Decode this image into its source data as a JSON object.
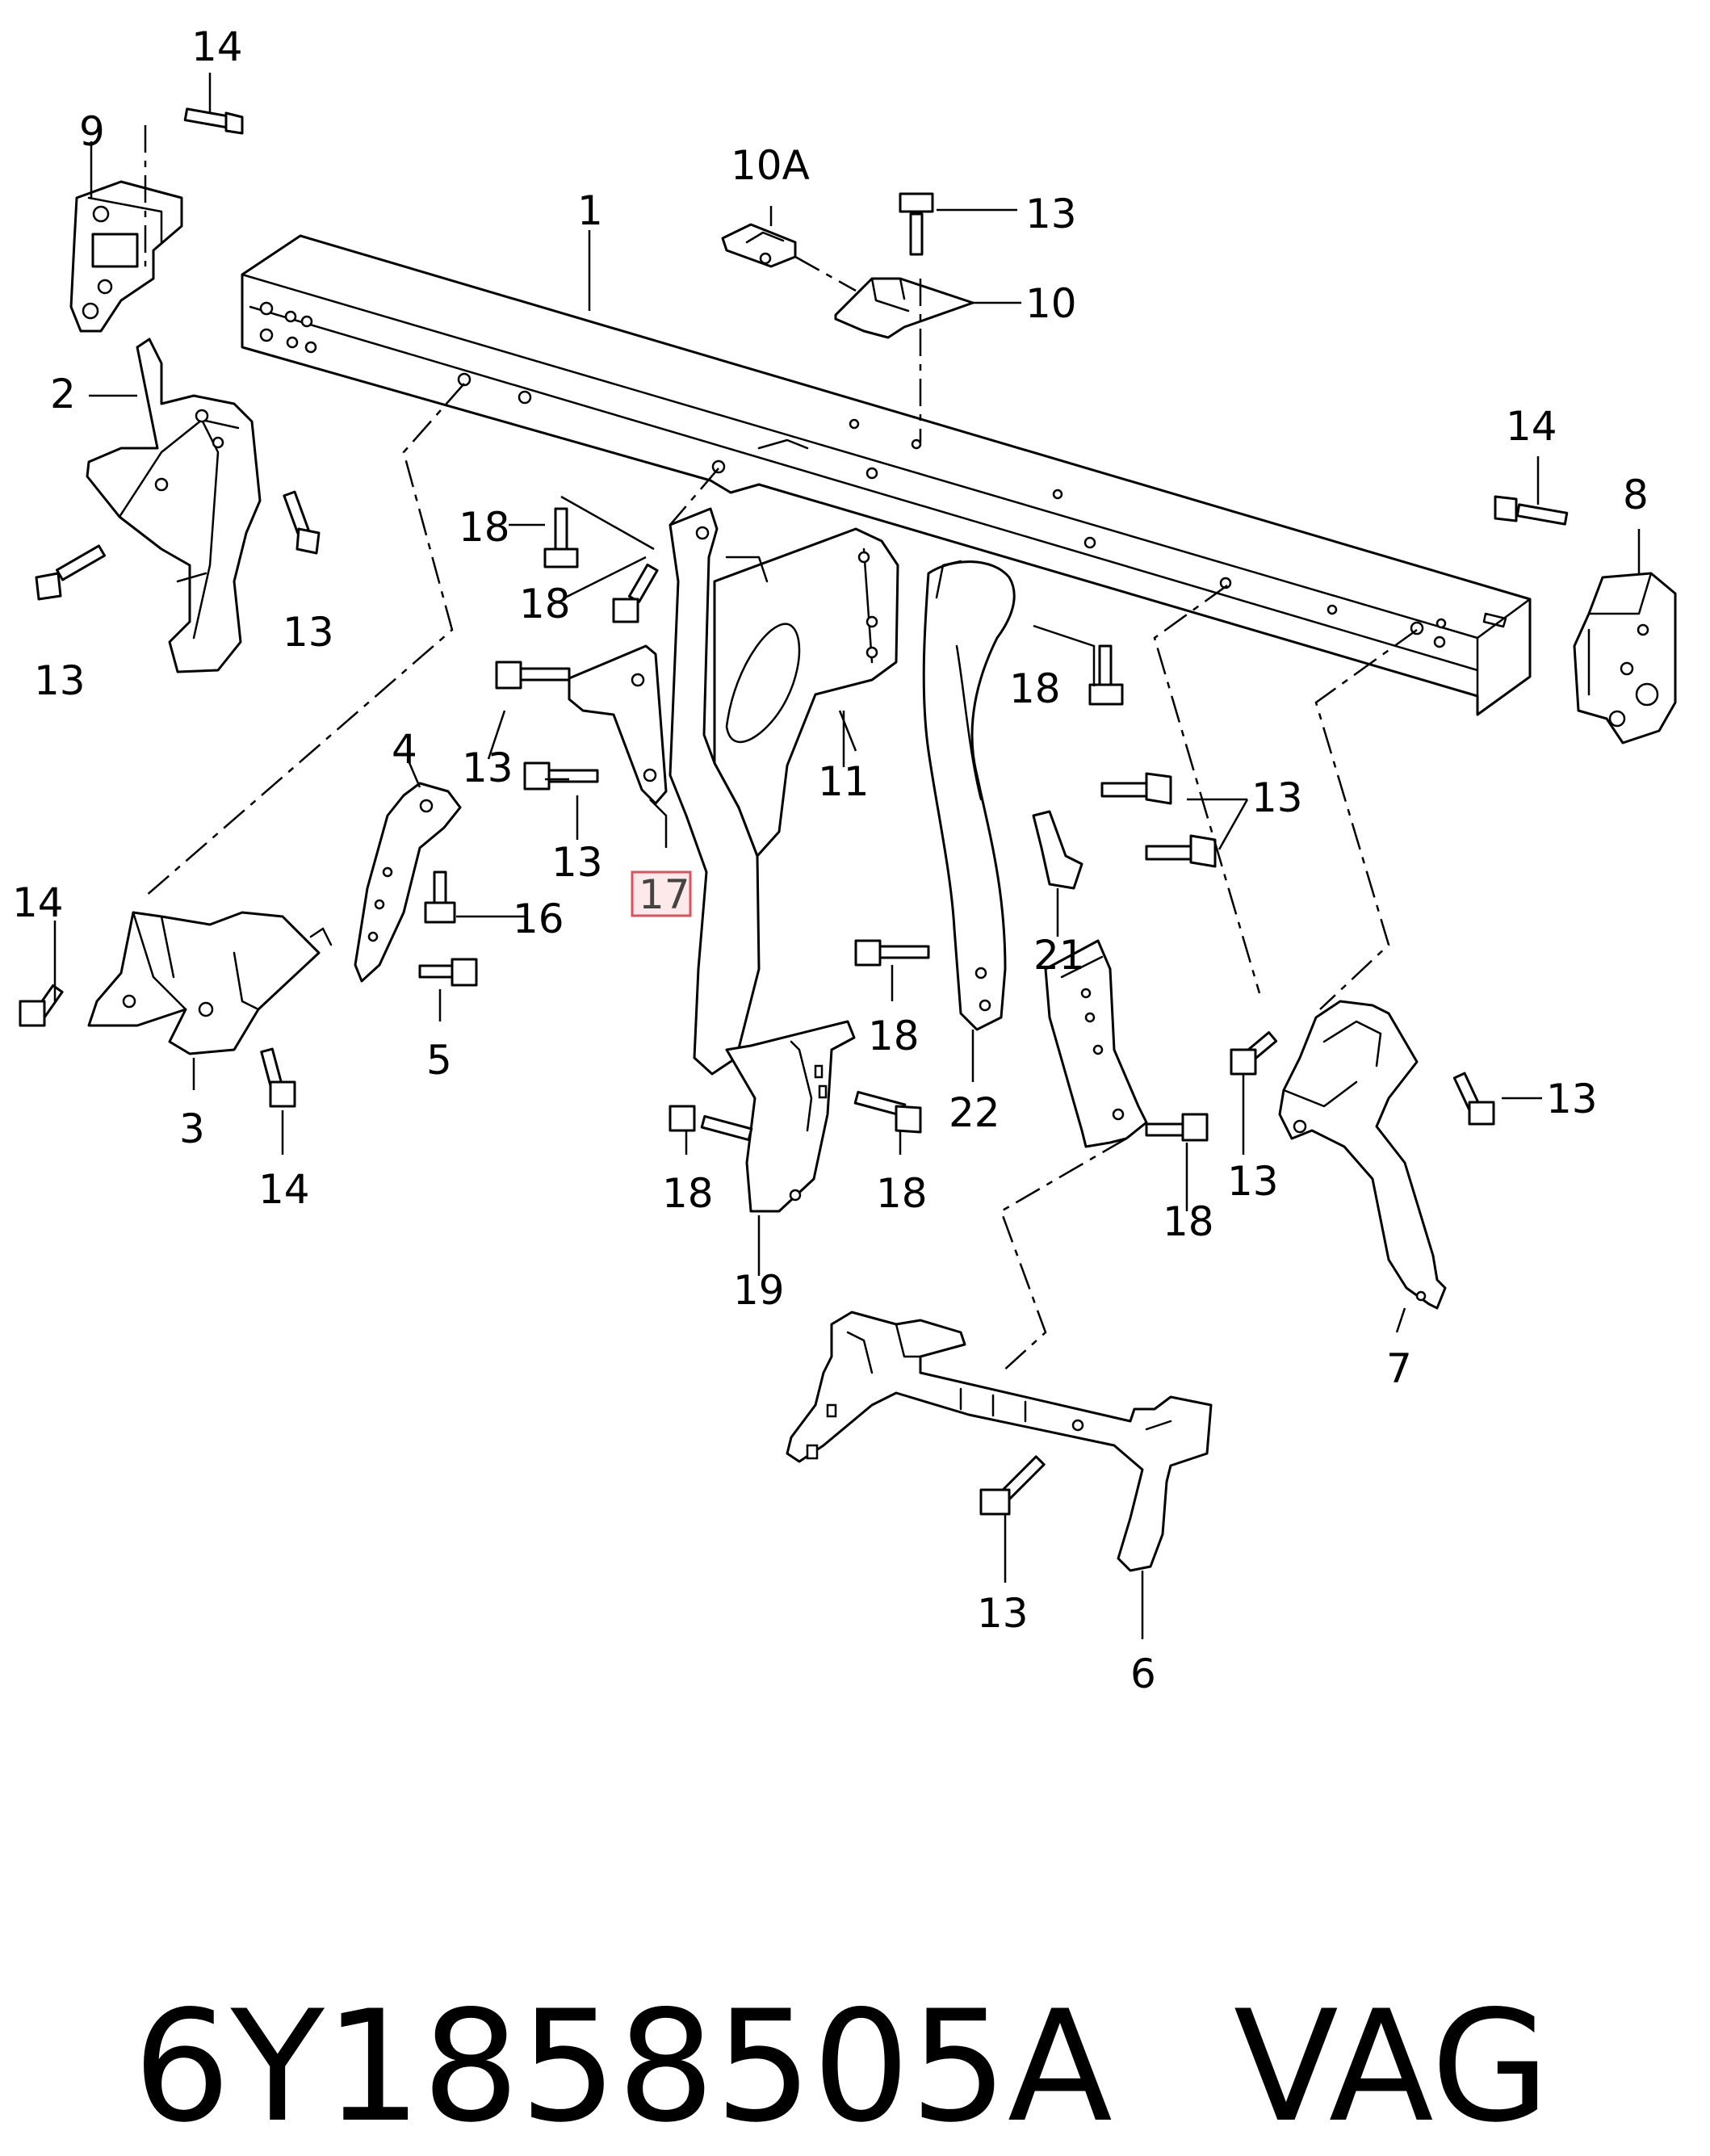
{
  "callouts": {
    "c1": "1",
    "c2": "2",
    "c3": "3",
    "c4": "4",
    "c5": "5",
    "c6": "6",
    "c7": "7",
    "c8": "8",
    "c9": "9",
    "c10": "10",
    "c10a": "10A",
    "c11": "11",
    "c13": "13",
    "c14": "14",
    "c16": "16",
    "c17": "17",
    "c18": "18",
    "c19": "19",
    "c21": "21",
    "c22": "22"
  },
  "highlighted_callout": "17",
  "footer": {
    "part_number": "6Y1858505A",
    "brand": "VAG"
  }
}
